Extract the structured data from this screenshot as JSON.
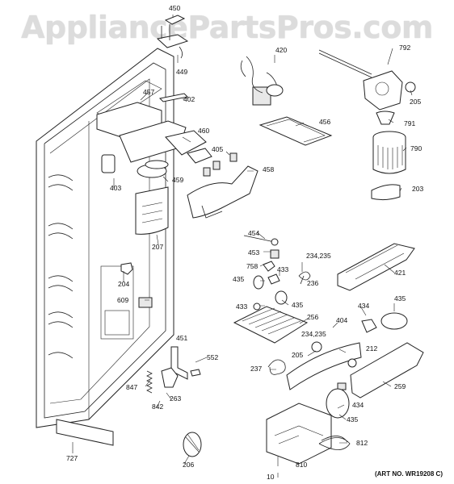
{
  "watermark": "AppliancePartsPros.com",
  "art_number": "(ART NO. WR19208 C)",
  "parts": [
    {
      "id": "450"
    },
    {
      "id": "449"
    },
    {
      "id": "420"
    },
    {
      "id": "792"
    },
    {
      "id": "205"
    },
    {
      "id": "402"
    },
    {
      "id": "457"
    },
    {
      "id": "456"
    },
    {
      "id": "791"
    },
    {
      "id": "790"
    },
    {
      "id": "460"
    },
    {
      "id": "405"
    },
    {
      "id": "458"
    },
    {
      "id": "459"
    },
    {
      "id": "403"
    },
    {
      "id": "203"
    },
    {
      "id": "207"
    },
    {
      "id": "454"
    },
    {
      "id": "453"
    },
    {
      "id": "758"
    },
    {
      "id": "234,235"
    },
    {
      "id": "433"
    },
    {
      "id": "236"
    },
    {
      "id": "421"
    },
    {
      "id": "204"
    },
    {
      "id": "435"
    },
    {
      "id": "609"
    },
    {
      "id": "433"
    },
    {
      "id": "435"
    },
    {
      "id": "256"
    },
    {
      "id": "434"
    },
    {
      "id": "435"
    },
    {
      "id": "404"
    },
    {
      "id": "234,235"
    },
    {
      "id": "451"
    },
    {
      "id": "212"
    },
    {
      "id": "205"
    },
    {
      "id": "552"
    },
    {
      "id": "237"
    },
    {
      "id": "259"
    },
    {
      "id": "847"
    },
    {
      "id": "263"
    },
    {
      "id": "842"
    },
    {
      "id": "434"
    },
    {
      "id": "435"
    },
    {
      "id": "812"
    },
    {
      "id": "727"
    },
    {
      "id": "206"
    },
    {
      "id": "810"
    },
    {
      "id": "10"
    }
  ]
}
